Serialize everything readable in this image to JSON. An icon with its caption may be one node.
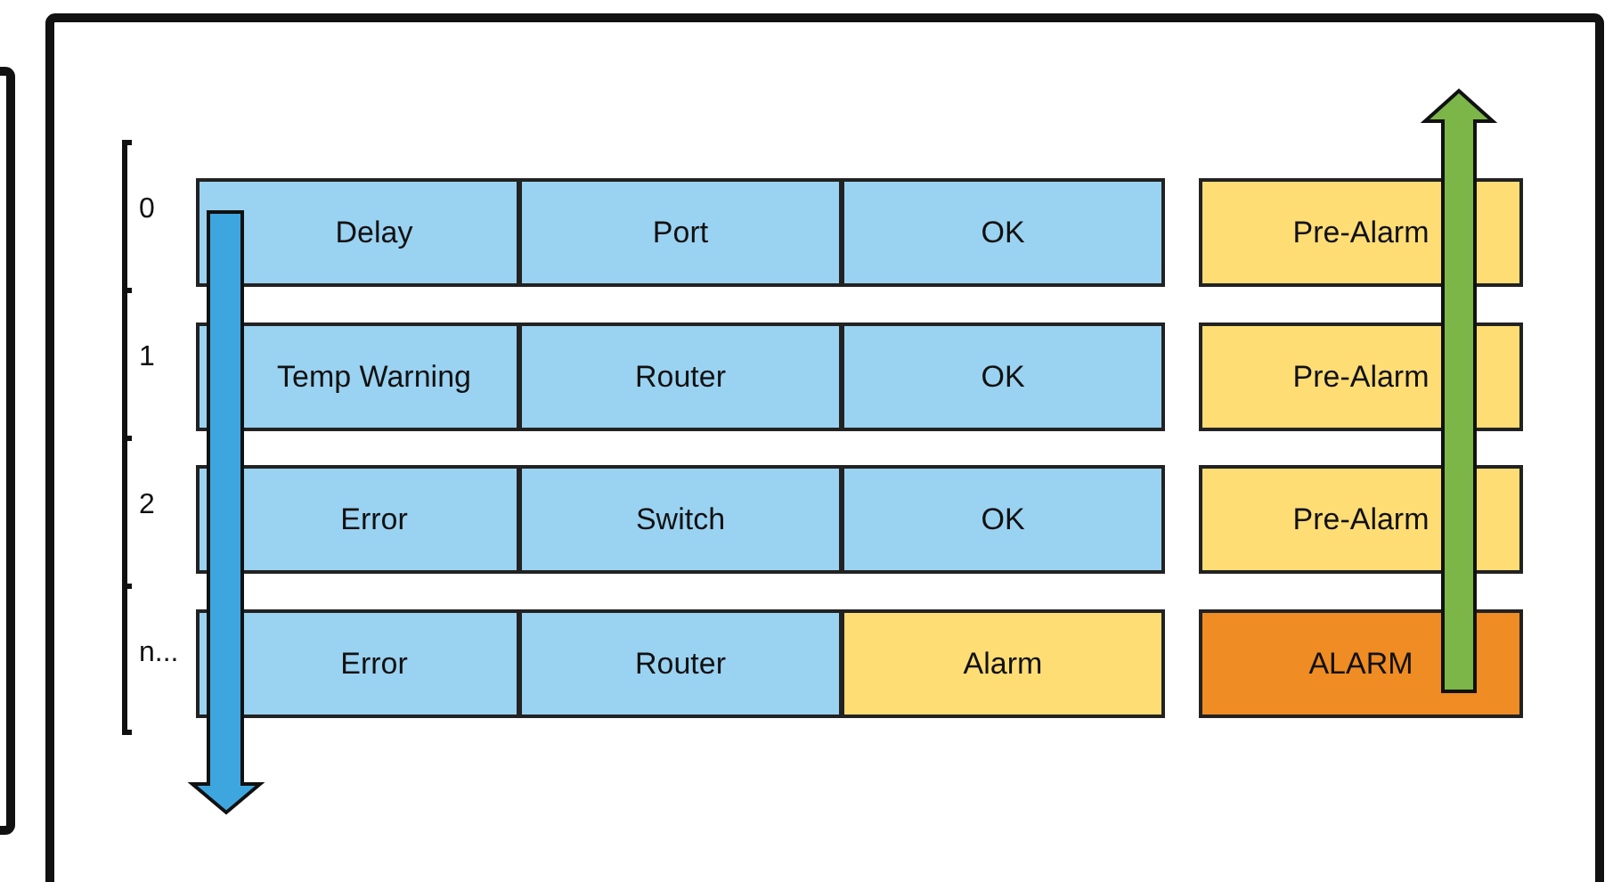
{
  "diagram": {
    "nodes": [
      {
        "text": [
          "Delay"
        ]
      },
      {
        "text": [
          "Port"
        ]
      },
      {
        "text": [
          "OK"
        ]
      },
      {
        "text": [
          "Pre-Alarm"
        ]
      },
      {
        "text": [
          "Temp Warning"
        ]
      },
      {
        "text": [
          "Router"
        ]
      },
      {
        "text": [
          "OK"
        ]
      },
      {
        "text": [
          "Pre-Alarm"
        ]
      },
      {
        "text": [
          "Error"
        ]
      },
      {
        "text": [
          "Switch"
        ]
      },
      {
        "text": [
          "OK"
        ]
      },
      {
        "text": [
          "Pre-Alarm"
        ]
      },
      {
        "text": [
          "Error"
        ]
      },
      {
        "text": [
          "Router"
        ]
      },
      {
        "text": [
          "Alarm"
        ]
      },
      {
        "text": [
          "ALARM"
        ]
      }
    ],
    "edges": [],
    "labels": [
      "0",
      "1",
      "2",
      "n..."
    ]
  }
}
